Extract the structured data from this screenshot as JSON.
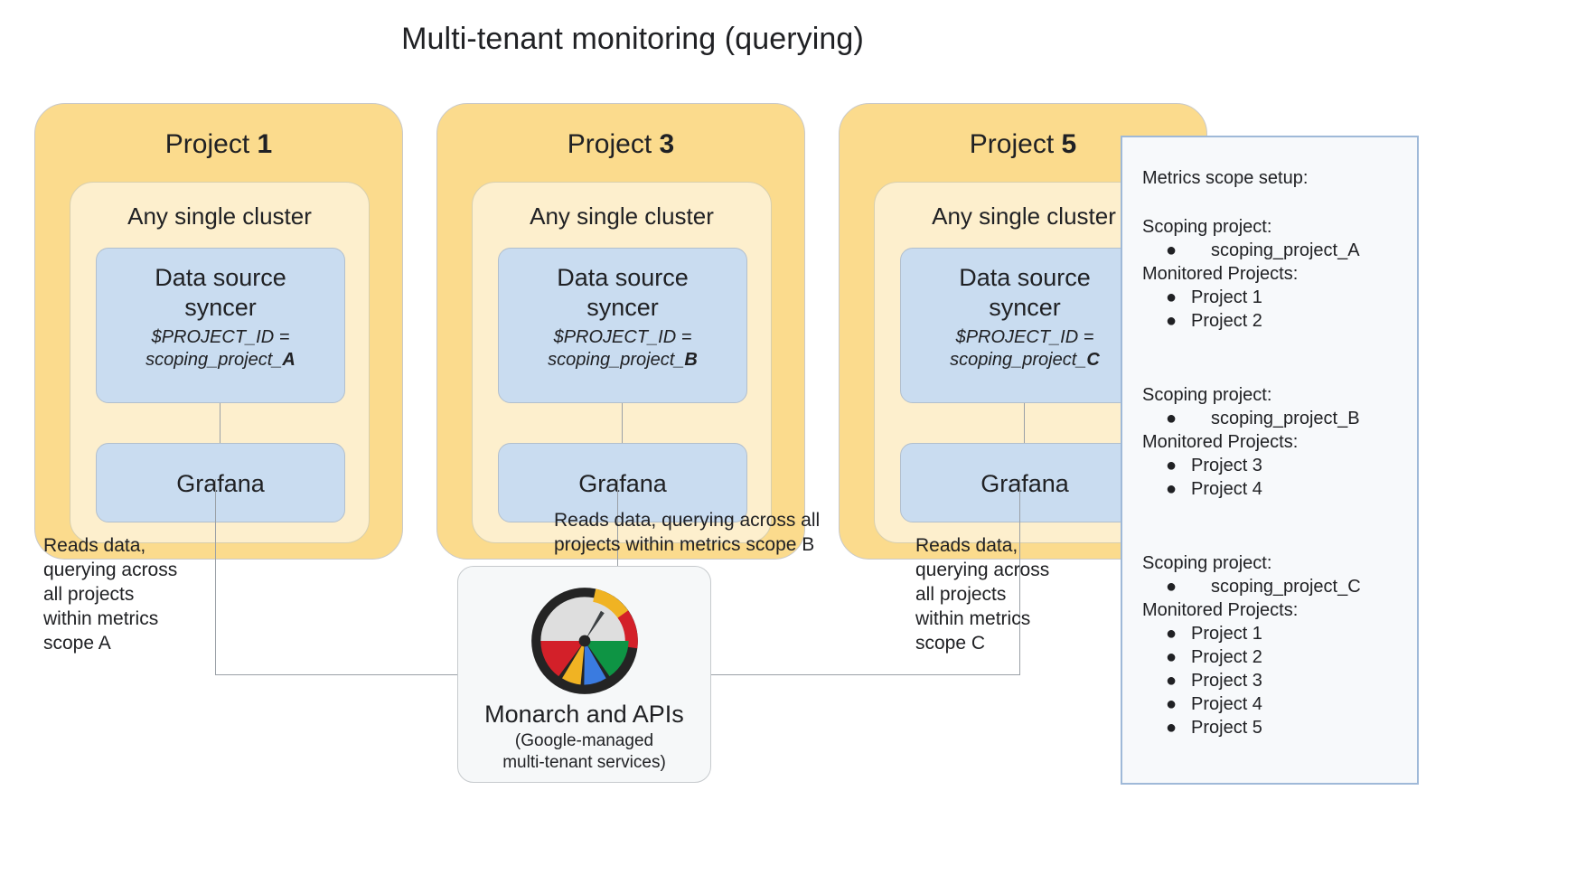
{
  "title": "Multi-tenant monitoring (querying)",
  "projects": [
    {
      "name_prefix": "Project ",
      "number": "1",
      "cluster_label": "Any single cluster",
      "syncer_title": "Data source\nsyncer",
      "syncer_var_line1": "$PROJECT_ID =",
      "syncer_var_line2_prefix": "scoping_project_",
      "syncer_var_letter": "A",
      "grafana_label": "Grafana"
    },
    {
      "name_prefix": "Project ",
      "number": "3",
      "cluster_label": "Any single cluster",
      "syncer_title": "Data source\nsyncer",
      "syncer_var_line1": "$PROJECT_ID =",
      "syncer_var_line2_prefix": "scoping_project_",
      "syncer_var_letter": "B",
      "grafana_label": "Grafana"
    },
    {
      "name_prefix": "Project ",
      "number": "5",
      "cluster_label": "Any single cluster",
      "syncer_title": "Data source\nsyncer",
      "syncer_var_line1": "$PROJECT_ID =",
      "syncer_var_line2_prefix": "scoping_project_",
      "syncer_var_letter": "C",
      "grafana_label": "Grafana"
    }
  ],
  "annotations": {
    "left": "Reads data,\nquerying across\nall projects\nwithin metrics\nscope A",
    "center": "Reads data, querying across all\nprojects within metrics scope B",
    "right": "Reads data,\nquerying across\nall projects\nwithin metrics\nscope C"
  },
  "monarch": {
    "title": "Monarch and APIs",
    "subtitle": "(Google-managed\nmulti-tenant services)",
    "icon": "monarch-gauge-icon"
  },
  "legend": {
    "heading": "Metrics scope setup:",
    "groups": [
      {
        "scoping_label": "Scoping project:",
        "scoping_value": "scoping_project_A",
        "monitored_label": "Monitored Projects:",
        "monitored": [
          "Project 1",
          "Project 2"
        ]
      },
      {
        "scoping_label": "Scoping project:",
        "scoping_value": "scoping_project_B",
        "monitored_label": "Monitored Projects:",
        "monitored": [
          "Project 3",
          "Project 4"
        ]
      },
      {
        "scoping_label": "Scoping project:",
        "scoping_value": "scoping_project_C",
        "monitored_label": "Monitored Projects:",
        "monitored": [
          "Project 1",
          "Project 2",
          "Project 3",
          "Project 4",
          "Project 5"
        ]
      }
    ],
    "bullet_glyph": "●"
  },
  "colors": {
    "card_outer": "#FBDB8D",
    "card_inner": "#FDEFCD",
    "box_blue": "#C9DCF0",
    "legend_bg": "#F7F9FB",
    "legend_border": "#9FB9D8",
    "monarch_bg": "#F6F8F9",
    "line": "#9AA0A6",
    "google_red": "#D32029",
    "google_yellow": "#F0B323",
    "google_green": "#0E9444",
    "google_blue": "#3A7BE0",
    "gauge_dark": "#242424",
    "gauge_dial": "#DEDEDE"
  }
}
